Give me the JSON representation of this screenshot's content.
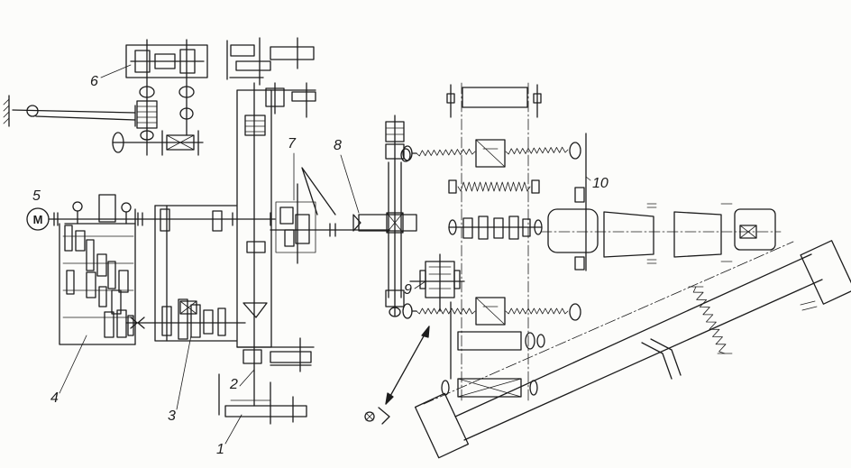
{
  "diagram": {
    "motor_symbol": "M",
    "callouts": {
      "c1": "1",
      "c2": "2",
      "c3": "3",
      "c4": "4",
      "c5": "5",
      "c6": "6",
      "c7": "7",
      "c8": "8",
      "c9": "9",
      "c10": "10"
    }
  },
  "colors": {
    "ink": "#1c1c1c",
    "paper": "#fcfcfa"
  }
}
